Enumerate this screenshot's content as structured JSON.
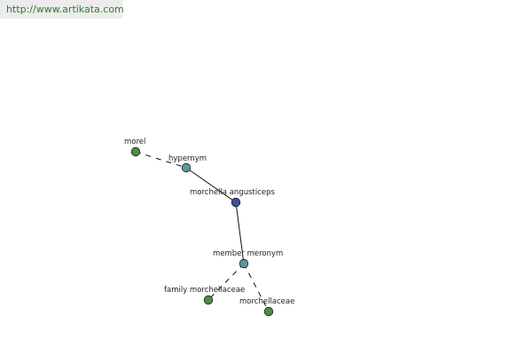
{
  "header": {
    "url": "http://www.artikata.com"
  },
  "graph": {
    "nodes": [
      {
        "id": "morel",
        "label": "morel",
        "color": "#4f8a4a"
      },
      {
        "id": "hypernym",
        "label": "hypernym",
        "color": "#5a9a98"
      },
      {
        "id": "center",
        "label": "morchella angusticeps",
        "color": "#3e4f96"
      },
      {
        "id": "member_meronym",
        "label": "member meronym",
        "color": "#5a9a98"
      },
      {
        "id": "family",
        "label": "family morchellaceae",
        "color": "#4f8a4a"
      },
      {
        "id": "morchellaceae",
        "label": "morchellaceae",
        "color": "#4f8a4a"
      }
    ],
    "edges": [
      {
        "from": "morel",
        "to": "hypernym",
        "style": "dashed"
      },
      {
        "from": "hypernym",
        "to": "center",
        "style": "solid"
      },
      {
        "from": "center",
        "to": "member_meronym",
        "style": "solid"
      },
      {
        "from": "member_meronym",
        "to": "family",
        "style": "dashed"
      },
      {
        "from": "member_meronym",
        "to": "morchellaceae",
        "style": "dashed"
      }
    ]
  }
}
